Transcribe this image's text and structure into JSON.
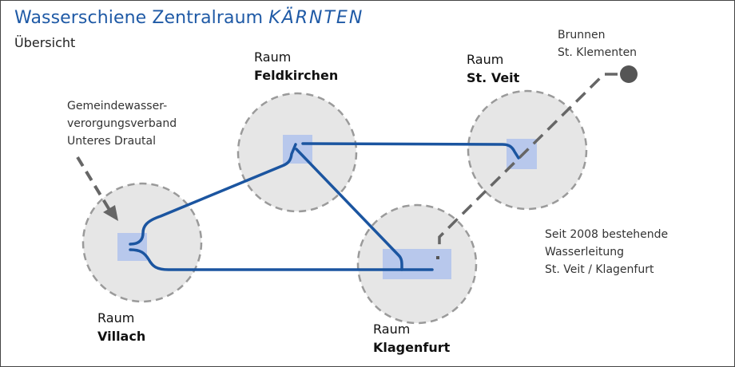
{
  "title": {
    "main": "Wasserschiene Zentralraum",
    "accent": "KÄRNTEN"
  },
  "subtitle": "Übersicht",
  "regions": {
    "villach": {
      "line1": "Raum",
      "line2": "Villach"
    },
    "feldkirchen": {
      "line1": "Raum",
      "line2": "Feldkirchen"
    },
    "st_veit": {
      "line1": "Raum",
      "line2": "St. Veit"
    },
    "klagenfurt": {
      "line1": "Raum",
      "line2": "Klagenfurt"
    }
  },
  "notes": {
    "gemeinde": [
      "Gemeindewasser-",
      "verorgungsverband",
      "Unteres Drautal"
    ],
    "brunnen": [
      "Brunnen",
      "St. Klementen"
    ],
    "leitung": [
      "Seit 2008 bestehende",
      "Wasserleitung",
      "St. Veit / Klagenfurt"
    ]
  },
  "colors": {
    "title": "#1f5aa6",
    "pipeline": "#1b55a0",
    "region_fill": "#e6e6e6",
    "region_border": "#9a9a9a",
    "hub": "#b8c8ec",
    "dashed": "#666666"
  }
}
